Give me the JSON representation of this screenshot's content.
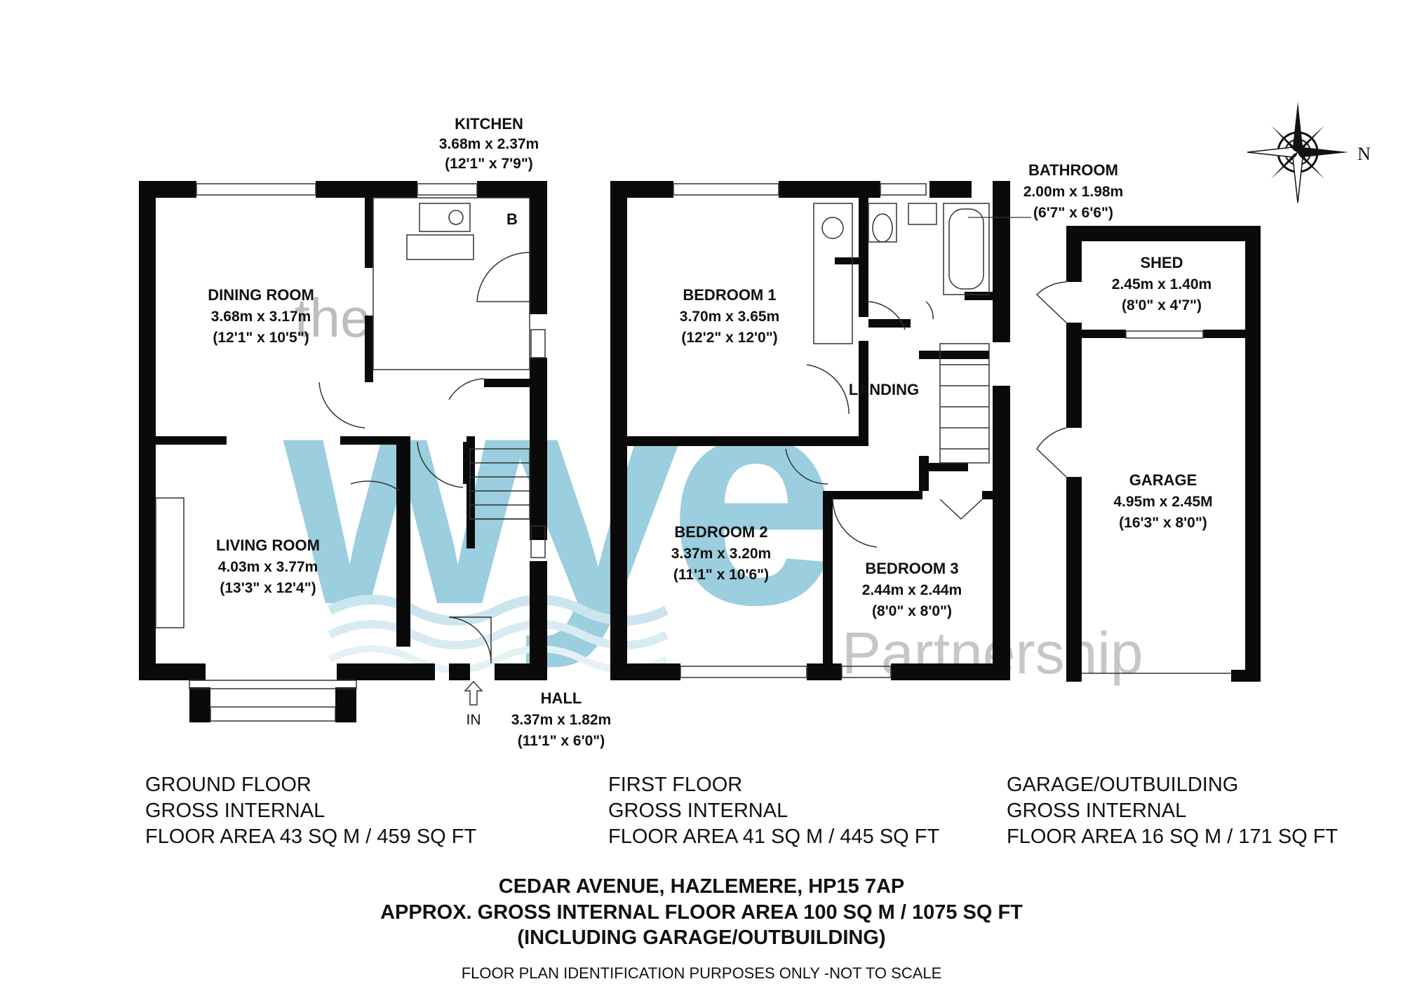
{
  "colors": {
    "wall": "#0a0a0a",
    "watermark": "#4aa7c4"
  },
  "rooms": {
    "kitchen": {
      "name": "KITCHEN",
      "dim_m": "3.68m x 2.37m",
      "dim_ft": "(12'1\" x 7'9\")"
    },
    "dining": {
      "name": "DINING ROOM",
      "dim_m": "3.68m x 3.17m",
      "dim_ft": "(12'1\" x 10'5\")"
    },
    "living": {
      "name": "LIVING ROOM",
      "dim_m": "4.03m x 3.77m",
      "dim_ft": "(13'3\" x 12'4\")"
    },
    "hall": {
      "name": "HALL",
      "dim_m": "3.37m x 1.82m",
      "dim_ft": "(11'1\" x 6'0\")"
    },
    "bedroom1": {
      "name": "BEDROOM 1",
      "dim_m": "3.70m x 3.65m",
      "dim_ft": "(12'2\" x 12'0\")"
    },
    "bedroom2": {
      "name": "BEDROOM 2",
      "dim_m": "3.37m x 3.20m",
      "dim_ft": "(11'1\" x 10'6\")"
    },
    "bedroom3": {
      "name": "BEDROOM 3",
      "dim_m": "2.44m x 2.44m",
      "dim_ft": "(8'0\" x 8'0\")"
    },
    "bathroom": {
      "name": "BATHROOM",
      "dim_m": "2.00m x 1.98m",
      "dim_ft": "(6'7\" x 6'6\")"
    },
    "landing": {
      "name": "LANDING"
    },
    "shed": {
      "name": "SHED",
      "dim_m": "2.45m x 1.40m",
      "dim_ft": "(8'0\" x 4'7\")"
    },
    "garage": {
      "name": "GARAGE",
      "dim_m": "4.95m x 2.45M",
      "dim_ft": "(16'3\" x 8'0\")"
    }
  },
  "labels": {
    "boiler": "B",
    "entrance": "IN",
    "north": "N"
  },
  "floors": {
    "ground": {
      "line1": "GROUND FLOOR",
      "line2": "GROSS INTERNAL",
      "line3": "FLOOR AREA 43 SQ M / 459 SQ FT"
    },
    "first": {
      "line1": "FIRST FLOOR",
      "line2": "GROSS INTERNAL",
      "line3": "FLOOR AREA 41 SQ M / 445 SQ FT"
    },
    "garage": {
      "line1": "GARAGE/OUTBUILDING",
      "line2": "GROSS INTERNAL",
      "line3": "FLOOR AREA 16 SQ M / 171 SQ FT"
    }
  },
  "footer": {
    "address": "CEDAR AVENUE, HAZLEMERE, HP15 7AP",
    "total": "APPROX. GROSS INTERNAL FLOOR AREA 100 SQ M / 1075 SQ FT",
    "note": "(INCLUDING GARAGE/OUTBUILDING)",
    "disclaimer": "FLOOR PLAN IDENTIFICATION PURPOSES ONLY -NOT TO SCALE"
  },
  "watermark": {
    "logo_text": "the wye Partnership"
  }
}
